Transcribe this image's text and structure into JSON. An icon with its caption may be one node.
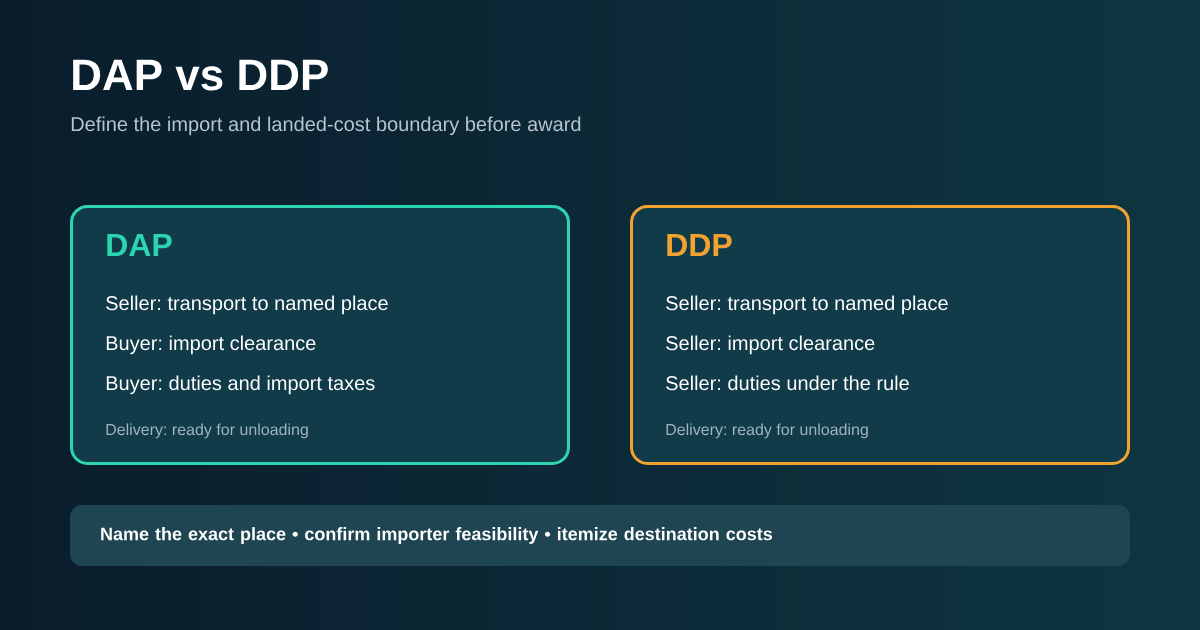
{
  "diagram": {
    "title": "DAP vs DDP",
    "nodes": [
      {
        "text": [
          "DAP",
          "Seller: transport to named place",
          "Buyer: import clearance",
          "Buyer: duties and import taxes",
          "Delivery: ready for unloading"
        ]
      },
      {
        "text": [
          "DDP",
          "Seller: transport to named place",
          "Seller: import clearance",
          "Seller: duties under the rule",
          "Delivery: ready for unloading"
        ]
      },
      {
        "text": [
          "Name the exact place • confirm importer feasibility • itemize destination costs"
        ]
      }
    ],
    "labels": [
      "Define the import and landed-cost boundary before award"
    ]
  }
}
